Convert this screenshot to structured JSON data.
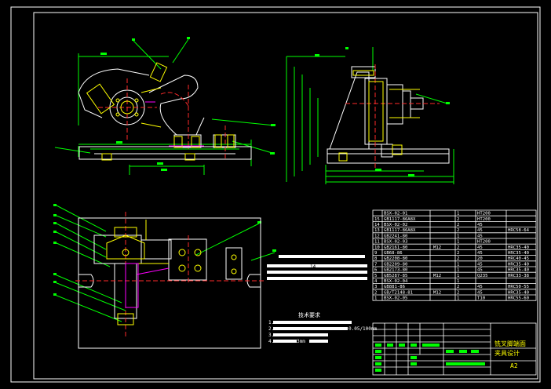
{
  "colors": {
    "background": "#000000",
    "frame": "#ffffff",
    "part_line": "#ffffff",
    "dim_line": "#00ff00",
    "leader_line": "#00ff00",
    "hidden_line": "#ffff00",
    "center_line": "#ff2a2a",
    "magenta_line": "#ff00ff",
    "table_line": "#ffffff",
    "title_text": "#ffff00"
  },
  "tech_requirements": {
    "title": "技术要求",
    "items": [
      "1.",
      "2.",
      "0.05/100mm",
      "3.",
      "4.",
      "3mm"
    ]
  },
  "parts_list": {
    "rows": [
      {
        "no": "",
        "code": "BSX-02-01",
        "qty": "1",
        "material": "HT200",
        "note": ""
      },
      {
        "no": "15",
        "code": "GB1117-86A8X",
        "qty": "2",
        "material": "HT200",
        "note": ""
      },
      {
        "no": "14",
        "code": "BSX-02-02",
        "qty": "2",
        "material": "45",
        "note": ""
      },
      {
        "no": "13",
        "code": "GB1117-86A8X",
        "qty": "2",
        "material": "45",
        "note": "HRC58-64"
      },
      {
        "no": "12",
        "code": "GB2241-80",
        "qty": "1",
        "material": "45",
        "note": ""
      },
      {
        "no": "11",
        "code": "BSX-02-03",
        "qty": "1",
        "material": "HT200",
        "note": ""
      },
      {
        "no": "10",
        "code": "GB2161-80",
        "qty": "2",
        "material": "45",
        "note": "HRC35-40"
      },
      {
        "no": "9",
        "code": "GB68-86",
        "qty": "2",
        "material": "45",
        "note": "HRC35-40"
      },
      {
        "no": "8",
        "code": "GB2208-80",
        "qty": "2",
        "material": "20",
        "note": "HRC40-45"
      },
      {
        "no": "7",
        "code": "GB2209-80",
        "qty": "1",
        "material": "45",
        "note": "HRC35-40"
      },
      {
        "no": "6",
        "code": "GB2173-80",
        "qty": "1",
        "material": "45",
        "note": "HRC35-40"
      },
      {
        "no": "5",
        "code": "GB5287-85",
        "qty": "1",
        "material": "Q235",
        "note": "HRC33-38"
      },
      {
        "no": "4",
        "code": "BSX-02-04",
        "qty": "1",
        "material": "",
        "note": ""
      },
      {
        "no": "3",
        "code": "GB881-86",
        "qty": "2",
        "material": "45",
        "note": "HRC50-55"
      },
      {
        "no": "2",
        "code": "GB/T2148-81",
        "qty": "2",
        "material": "45",
        "note": "HRC35-40"
      },
      {
        "no": "1",
        "code": "BSX-02-05",
        "qty": "1",
        "material": "T10",
        "note": "HRC55-60"
      }
    ],
    "extras": {
      "mid_labels": [
        "M12",
        "M12",
        "M12"
      ]
    }
  },
  "title_block": {
    "title_line1": "铣叉脚端面",
    "title_line2": "夹具设计",
    "sheet_size": "A2"
  },
  "notes": {
    "label_14": "14"
  }
}
